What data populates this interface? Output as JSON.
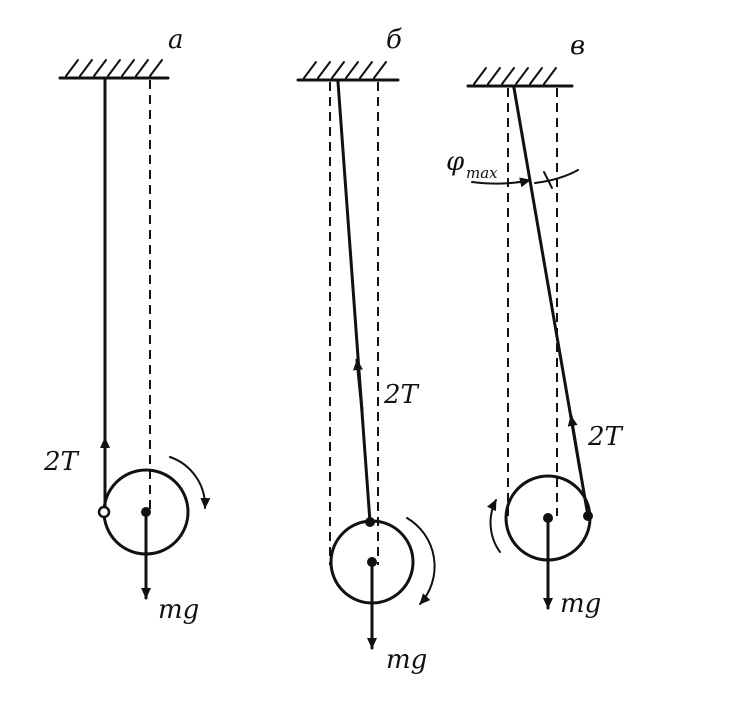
{
  "panels": [
    {
      "letter": "а",
      "tension": "2T",
      "weight": "mg"
    },
    {
      "letter": "б",
      "tension": "2T",
      "weight": "mg"
    },
    {
      "letter": "в",
      "tension": "2T",
      "weight": "mg"
    }
  ],
  "angle": {
    "symbol": "φ",
    "subscript": "max"
  }
}
